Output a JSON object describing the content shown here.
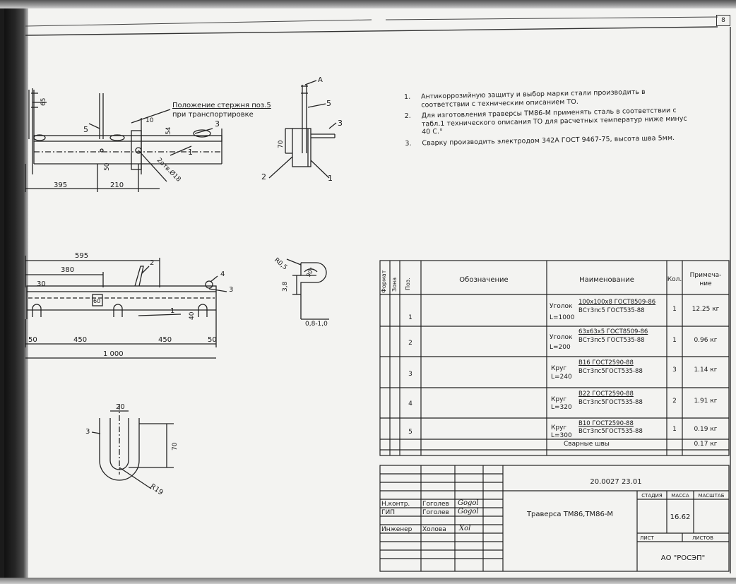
{
  "sheet_number": "8",
  "drawing_top": {
    "labels": {
      "rod_position_line1": "Положение стержня поз.5",
      "rod_position_line2": "при транспортировке",
      "pos5": "5",
      "pos3": "3",
      "pos1": "1",
      "dim_395": "395",
      "dim_210": "210",
      "dim_65": "65",
      "dim_54": "54",
      "dim_50": "50",
      "dim_10": "10",
      "holes": "2отв.Ø18"
    }
  },
  "drawing_side": {
    "labels": {
      "A": "A",
      "pos5": "5",
      "pos3": "3",
      "pos2": "2",
      "pos1": "1",
      "dim_70": "70"
    }
  },
  "drawing_front": {
    "labels": {
      "dim_595": "595",
      "dim_380": "380",
      "dim_30": "30",
      "pos2": "2",
      "pos4": "4",
      "pos3": "3",
      "pos1": "1",
      "dim_60": "60",
      "dim_40": "40",
      "dim_50_left": "50",
      "dim_450_left": "450",
      "dim_450_right": "450",
      "dim_50_right": "50",
      "dim_1000": "1 000"
    }
  },
  "drawing_section": {
    "labels": {
      "r05": "R0,5",
      "dim_38": "3,8",
      "dim_90": "90°",
      "weld": "0,8-1,0"
    }
  },
  "drawing_ubolt": {
    "labels": {
      "dim_20": "20",
      "pos3": "3",
      "dim_70": "70",
      "r19": "R19"
    }
  },
  "notes": [
    {
      "num": "1.",
      "text": "Антикоррозийную защиту и выбор марки стали производить в соответствии с техническим описанием ТО."
    },
    {
      "num": "2.",
      "text": "Для изготовления траверсы ТМ86-М применять сталь в соответствии с табл.1 технического описания ТО для расчетных температур ниже минус 40 С.°"
    },
    {
      "num": "3.",
      "text": "Сварку производить электродом 342А ГОСТ 9467-75, высота шва 5мм."
    }
  ],
  "spec_table": {
    "headers": {
      "format": "Формат",
      "zone": "Зона",
      "pos": "Поз.",
      "designation": "Обозначение",
      "name": "Наименование",
      "qty": "Кол.",
      "note_line1": "Примеча-",
      "note_line2": "ние"
    },
    "rows": [
      {
        "pos": "1",
        "type": "Уголок",
        "spec_top": "100х100х8  ГОСТ8509-86",
        "spec_bottom": "ВСт3пс5  ГОСТ535-88",
        "length": "L=1000",
        "qty": "1",
        "note": "12.25  кг"
      },
      {
        "pos": "2",
        "type": "Уголок",
        "spec_top": "63х63х5  ГОСТ8509-86",
        "spec_bottom": "ВСт3пс5  ГОСТ535-88",
        "length": "L=200",
        "qty": "1",
        "note": "0.96  кг"
      },
      {
        "pos": "3",
        "type": "Круг",
        "spec_top": "В16  ГОСТ2590-88",
        "spec_bottom": "ВСт3пс5ГОСТ535-88",
        "length": "L=240",
        "qty": "3",
        "note": "1.14  кг"
      },
      {
        "pos": "4",
        "type": "Круг",
        "spec_top": "В22  ГОСТ2590-88",
        "spec_bottom": "ВСт3пс5ГОСТ535-88",
        "length": "L=320",
        "qty": "2",
        "note": "1.91  кг"
      },
      {
        "pos": "5",
        "type": "Круг",
        "spec_top": "В10  ГОСТ2590-88",
        "spec_bottom": "ВСт3пс5ГОСТ535-88",
        "length": "L=300",
        "qty": "1",
        "note": "0.19  кг"
      }
    ],
    "welds": {
      "name": "Сварные швы",
      "note": "0.17  кг"
    }
  },
  "title_block": {
    "code": "20.0027  23.01",
    "title": "Траверса ТМ86,ТМ86-М",
    "stage_label": "СТАДИЯ",
    "mass_label": "МАССА",
    "scale_label": "МАСШТАБ",
    "mass": "16.62",
    "sheet_label": "ЛИСТ",
    "sheets_label": "ЛИСТОВ",
    "org": "АО  \"РОСЭП\"",
    "roles": [
      {
        "role": "Н.контр.",
        "name": "Гоголев",
        "sign": "Gogol"
      },
      {
        "role": "ГИП",
        "name": "Гоголев",
        "sign": "Gogol"
      },
      {
        "role": "Инженер",
        "name": "Холова",
        "sign": "Xol"
      }
    ]
  }
}
